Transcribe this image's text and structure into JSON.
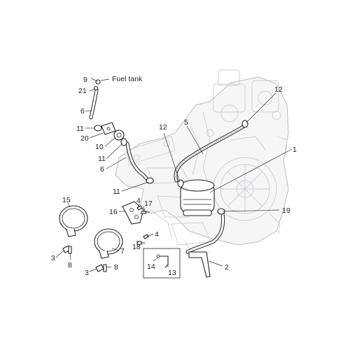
{
  "destination_label": "Fuel tank",
  "callouts": [
    "9",
    "21",
    "6",
    "11",
    "20",
    "10",
    "11",
    "6",
    "11",
    "12",
    "5",
    "12",
    "1",
    "19",
    "15",
    "16",
    "4",
    "17",
    "4",
    "18",
    "7",
    "3",
    "8",
    "3",
    "8",
    "14",
    "13",
    "2"
  ],
  "colors": {
    "line": "#222222",
    "engine_ghost": "#c9ced3",
    "background": "#ffffff"
  }
}
